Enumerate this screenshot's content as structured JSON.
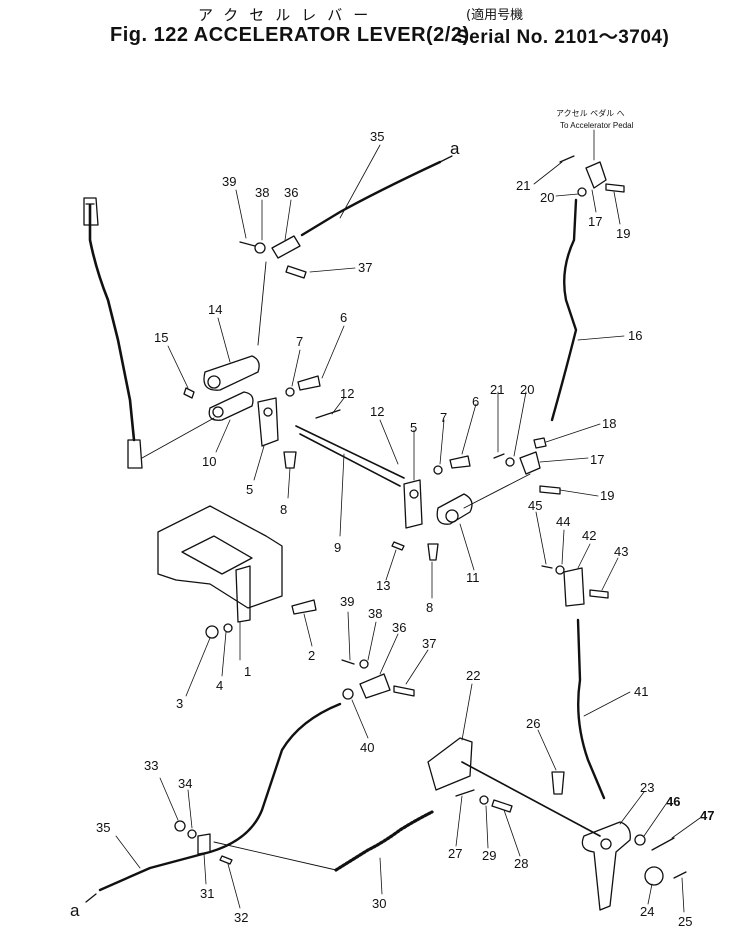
{
  "header": {
    "title_jp": "アクセルレバー",
    "title_en": "Fig. 122 ACCELERATOR LEVER(2/2)",
    "serial_jp": "(適用号機",
    "serial_en": "Serial No. 2101～3704)"
  },
  "annotations": {
    "pedal_jp": "アクセル ペダル へ",
    "pedal_en": "To Accelerator Pedal",
    "ref_top": "a",
    "ref_bottom": "a"
  },
  "part_labels": {
    "p1": "1",
    "p2": "2",
    "p3": "3",
    "p4": "4",
    "p5a": "5",
    "p5b": "5",
    "p6a": "6",
    "p6b": "6",
    "p7a": "7",
    "p7b": "7",
    "p8a": "8",
    "p8b": "8",
    "p9": "9",
    "p10": "10",
    "p11": "11",
    "p12a": "12",
    "p12b": "12",
    "p13": "13",
    "p14": "14",
    "p15": "15",
    "p16": "16",
    "p17a": "17",
    "p17b": "17",
    "p18": "18",
    "p19a": "19",
    "p19b": "19",
    "p20a": "20",
    "p20b": "20",
    "p21a": "21",
    "p21b": "21",
    "p22": "22",
    "p23": "23",
    "p24": "24",
    "p25": "25",
    "p26": "26",
    "p27": "27",
    "p28": "28",
    "p29": "29",
    "p30": "30",
    "p31": "31",
    "p32": "32",
    "p33": "33",
    "p34": "34",
    "p35a": "35",
    "p35b": "35",
    "p36a": "36",
    "p36b": "36",
    "p37a": "37",
    "p37b": "37",
    "p38a": "38",
    "p38b": "38",
    "p39a": "39",
    "p39b": "39",
    "p40": "40",
    "p41": "41",
    "p42": "42",
    "p43": "43",
    "p44": "44",
    "p45": "45",
    "p46": "46",
    "p47": "47"
  }
}
